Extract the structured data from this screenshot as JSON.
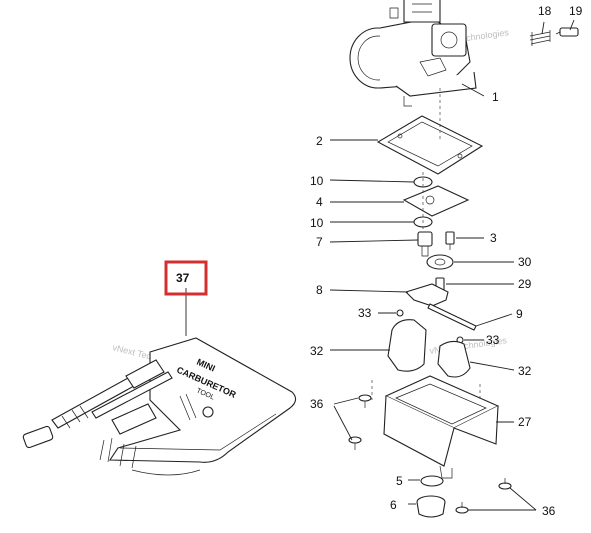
{
  "labels": {
    "l1": "1",
    "l2": "2",
    "l3": "3",
    "l4": "4",
    "l5": "5",
    "l6": "6",
    "l7": "7",
    "l8": "8",
    "l9": "9",
    "l10a": "10",
    "l10b": "10",
    "l18": "18",
    "l19": "19",
    "l27": "27",
    "l29": "29",
    "l30": "30",
    "l32a": "32",
    "l32b": "32",
    "l33a": "33",
    "l33b": "33",
    "l36a": "36",
    "l36b": "36",
    "l37": "37"
  },
  "watermarks": {
    "w1": "vNext Technologies",
    "w2": "vNext Technologies",
    "w3": "vNext Technologies"
  },
  "tool_text": {
    "t1": "MINI",
    "t2": "CARBURETOR",
    "t3": "TOOL"
  },
  "colors": {
    "highlight_box": "#d32f2f",
    "line": "#222222"
  }
}
